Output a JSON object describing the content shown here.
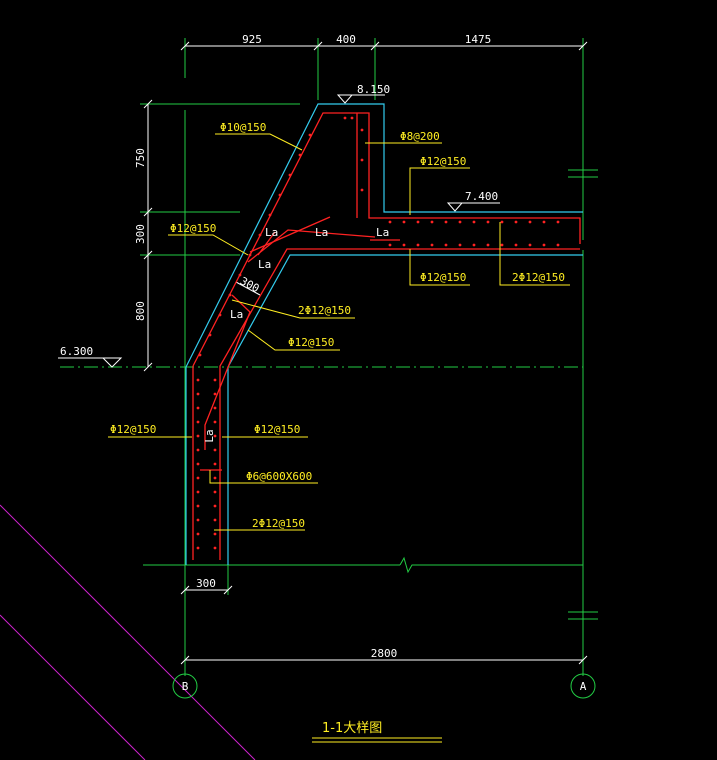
{
  "colors": {
    "background": "#000000",
    "dimension": "#ffffff",
    "extension": "#22cc44",
    "concrete": "#33ccee",
    "rebar": "#ff2222",
    "leader": "#ffee22",
    "text": "#ffee22",
    "guide": "#cc22cc"
  },
  "dimensions": {
    "top_925": "925",
    "top_400": "400",
    "top_1475": "1475",
    "left_750": "750",
    "left_300": "300",
    "left_800": "800",
    "slope_300": "300",
    "bottom_300": "300",
    "total_2800": "2800"
  },
  "elevations": {
    "top": "8.150",
    "slab": "7.400",
    "left": "6.300"
  },
  "rebar_labels": {
    "sloped_outer": "Φ10@150",
    "top_stirrup": "Φ8@200",
    "slab_top": "Φ12@150",
    "slope_mid": "Φ12@150",
    "slab_bottom": "Φ12@150",
    "slab_bottom_2": "2Φ12@150",
    "corner_2": "2Φ12@150",
    "corner_inner": "Φ12@150",
    "wall_left": "Φ12@150",
    "wall_right": "Φ12@150",
    "tie": "Φ6@600X600",
    "wall_2": "2Φ12@150"
  },
  "anchorage": {
    "la1": "La",
    "la2": "La",
    "la3": "La",
    "la4": "La",
    "la5": "La",
    "la6": "La"
  },
  "axes": {
    "left": "B",
    "right": "A"
  },
  "title": "1-1大样图"
}
